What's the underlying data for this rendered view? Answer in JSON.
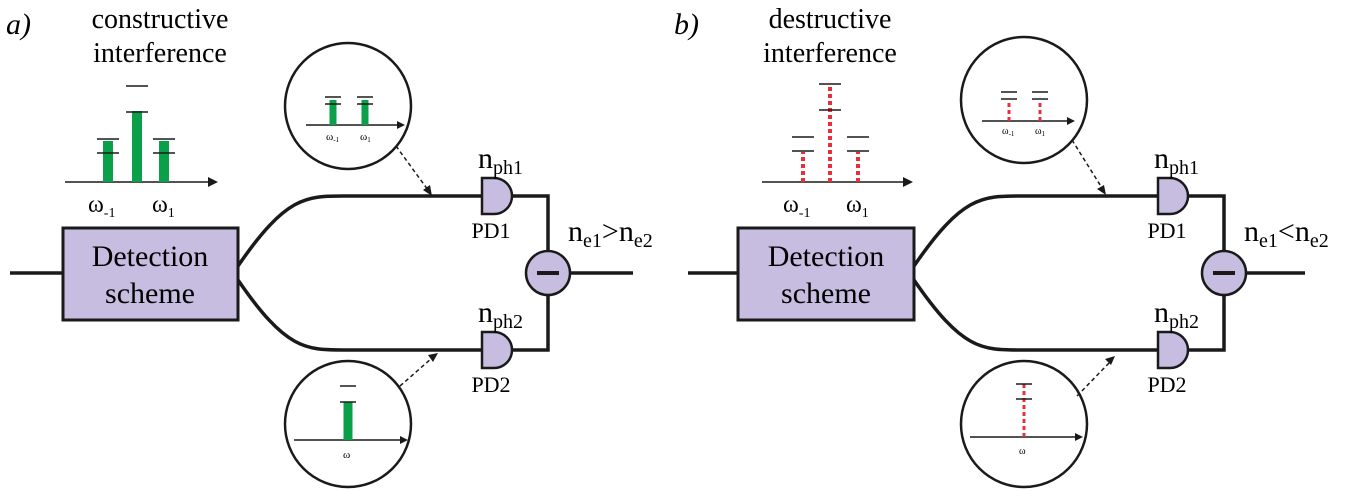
{
  "panels": [
    {
      "label": "a)",
      "title_line1": "constructive",
      "title_line2": "interference",
      "box_line1": "Detection",
      "box_line2": "scheme",
      "pd1": "PD1",
      "pd2": "PD2",
      "nph1_main": "n",
      "nph1_sub": "ph1",
      "nph2_main": "n",
      "nph2_sub": "ph2",
      "out_n1": "n",
      "out_s1": "e1",
      "out_op": ">",
      "out_n2": "n",
      "out_s2": "e2",
      "spec_tick_left": "ω",
      "spec_tick_left_sub": "-1",
      "spec_tick_right": "ω",
      "spec_tick_right_sub": "1",
      "zoom_top_left": "ω",
      "zoom_top_left_sub": "-1",
      "zoom_top_right": "ω",
      "zoom_top_right_sub": "1",
      "zoom_bottom": "ω",
      "line_style": "solid-green"
    },
    {
      "label": "b)",
      "title_line1": "destructive",
      "title_line2": "interference",
      "box_line1": "Detection",
      "box_line2": "scheme",
      "pd1": "PD1",
      "pd2": "PD2",
      "nph1_main": "n",
      "nph1_sub": "ph1",
      "nph2_main": "n",
      "nph2_sub": "ph2",
      "out_n1": "n",
      "out_s1": "e1",
      "out_op": "<",
      "out_n2": "n",
      "out_s2": "e2",
      "spec_tick_left": "ω",
      "spec_tick_left_sub": "-1",
      "spec_tick_right": "ω",
      "spec_tick_right_sub": "1",
      "zoom_top_left": "ω",
      "zoom_top_left_sub": "-1",
      "zoom_top_right": "ω",
      "zoom_top_right_sub": "1",
      "zoom_bottom": "ω",
      "line_style": "dotted-red"
    }
  ],
  "colors": {
    "box_fill": "#c6bde0",
    "constructive_line": "#0aa04a",
    "destructive_line": "#e8303a"
  }
}
